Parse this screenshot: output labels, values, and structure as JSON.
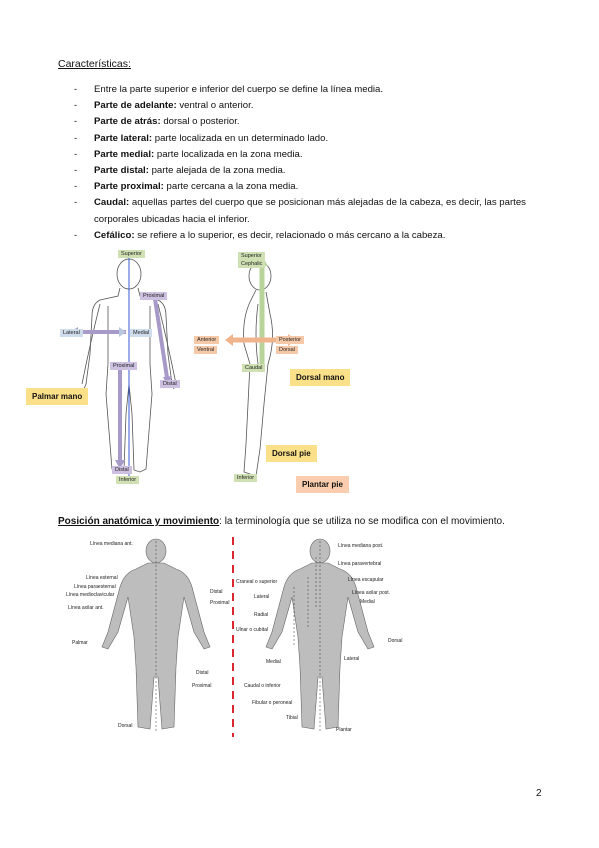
{
  "heading": "Características:",
  "bullets": [
    {
      "bold": "",
      "text": "Entre la parte superior e inferior del cuerpo se define la línea media."
    },
    {
      "bold": "Parte de adelante:",
      "text": " ventral o anterior."
    },
    {
      "bold": "Parte de atrás:",
      "text": " dorsal o posterior."
    },
    {
      "bold": "Parte lateral:",
      "text": " parte localizada en un determinado lado."
    },
    {
      "bold": "Parte medial:",
      "text": " parte localizada en la zona media."
    },
    {
      "bold": "Parte distal:",
      "text": " parte alejada de la zona media."
    },
    {
      "bold": "Parte proximal:",
      "text": " parte cercana a la zona media."
    },
    {
      "bold": "Caudal:",
      "text": " aquellas partes del cuerpo que se posicionan más alejadas de la cabeza, es decir, las partes corporales ubicadas hacia el inferior."
    },
    {
      "bold": "Cefálico:",
      "text": " se refiere a lo superior, es decir, relacionado o más cercano a la cabeza."
    }
  ],
  "figure1": {
    "front": {
      "superior": "Superior",
      "proximal_arm": "Proximal",
      "lateral": "Lateral",
      "medial": "Medial",
      "proximal_leg": "Proximal",
      "distal_hand": "Distal",
      "distal_foot": "Distal",
      "inferior": "Inferior"
    },
    "side": {
      "superior": "Superior",
      "cephalic": "Cephalic",
      "anterior": "Anterior",
      "ventral": "Ventral",
      "posterior": "Posterior",
      "dorsal": "Dorsal",
      "caudal": "Caudal",
      "inferior": "Inferior"
    },
    "callouts": {
      "palmar_mano": "Palmar mano",
      "dorsal_mano": "Dorsal mano",
      "dorsal_pie": "Dorsal pie",
      "plantar_pie": "Plantar pie"
    }
  },
  "section2": {
    "title": "Posición anatómica y movimiento",
    "text": ": la terminología que se utiliza no se modifica con el movimiento."
  },
  "figure2": {
    "front_labels": {
      "linea_mediana_ant": "Línea mediana ant.",
      "linea_esternal": "Línea esternal",
      "linea_paraesternal": "Línea paraesternal",
      "linea_medioclavicular": "Línea medioclavicular",
      "linea_axilar_ant": "Línea axilar ant.",
      "distal_top": "Distal",
      "proximal_top": "Proximal",
      "palmar": "Palmar",
      "distal_bottom": "Distal",
      "proximal_bottom": "Proximal",
      "dorsal": "Dorsal"
    },
    "back_labels": {
      "linea_mediana_post": "Línea mediana post.",
      "linea_paravertebral": "Línea paravertebral",
      "craneal_superior": "Craneal o superior",
      "linea_escapular": "Línea escapular",
      "lateral": "Lateral",
      "linea_axilar_post": "Línea axilar post.",
      "medial_right": "Medial",
      "radial": "Radial",
      "ulnar": "Ulnar o cubital",
      "dorsal": "Dorsal",
      "medial_left": "Medial",
      "lateral_low": "Lateral",
      "caudal_inferior": "Caudal o inferior",
      "fibular": "Fibular o peroneal",
      "tibial": "Tibial",
      "plantar": "Plantar"
    }
  },
  "page_number": "2",
  "colors": {
    "green_tag": "#cfe0b2",
    "purple_tag": "#cdc0e0",
    "peach_tag": "#f5c9a8",
    "callout_yellow": "#fbe08a",
    "callout_orange": "#f9cdae",
    "divider_red": "#d9282f"
  }
}
